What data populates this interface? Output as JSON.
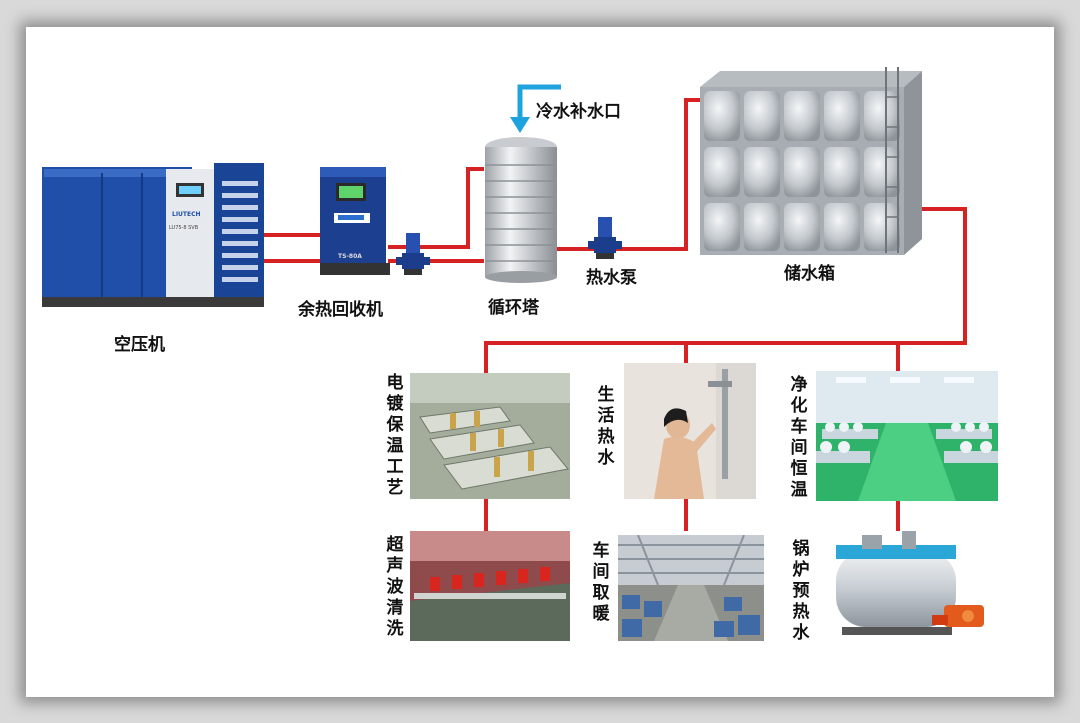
{
  "equipment": {
    "compressor": {
      "label": "空压机",
      "brand": "LIUTECH",
      "model": "LU75-8 SVB"
    },
    "recovery": {
      "label": "余热回收机",
      "model": "TS-80A"
    },
    "tower": {
      "label": "循环塔"
    },
    "cold_inlet": {
      "label": "冷水补水口"
    },
    "hot_pump": {
      "label": "热水泵"
    },
    "storage": {
      "label": "储水箱"
    }
  },
  "applications": [
    {
      "label": "电镀保温工艺"
    },
    {
      "label": "生活热水"
    },
    {
      "label": "净化车间恒温"
    },
    {
      "label": "超声波清洗"
    },
    {
      "label": "车间取暖"
    },
    {
      "label": "锅炉预热水"
    }
  ],
  "colors": {
    "pipe": "#d62222",
    "cold_water": "#1fa3de",
    "compressor_blue": "#1f4fa8",
    "ground_green": "#2fb36a"
  }
}
